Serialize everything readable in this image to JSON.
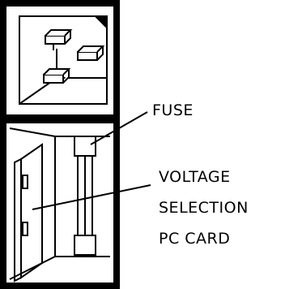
{
  "labels": {
    "fuse": "FUSE",
    "voltage_line1": "VOLTAGE",
    "voltage_line2": "SELECTION",
    "voltage_line3": "PC CARD"
  },
  "colors": {
    "ink": "#000000",
    "paper": "#ffffff"
  }
}
